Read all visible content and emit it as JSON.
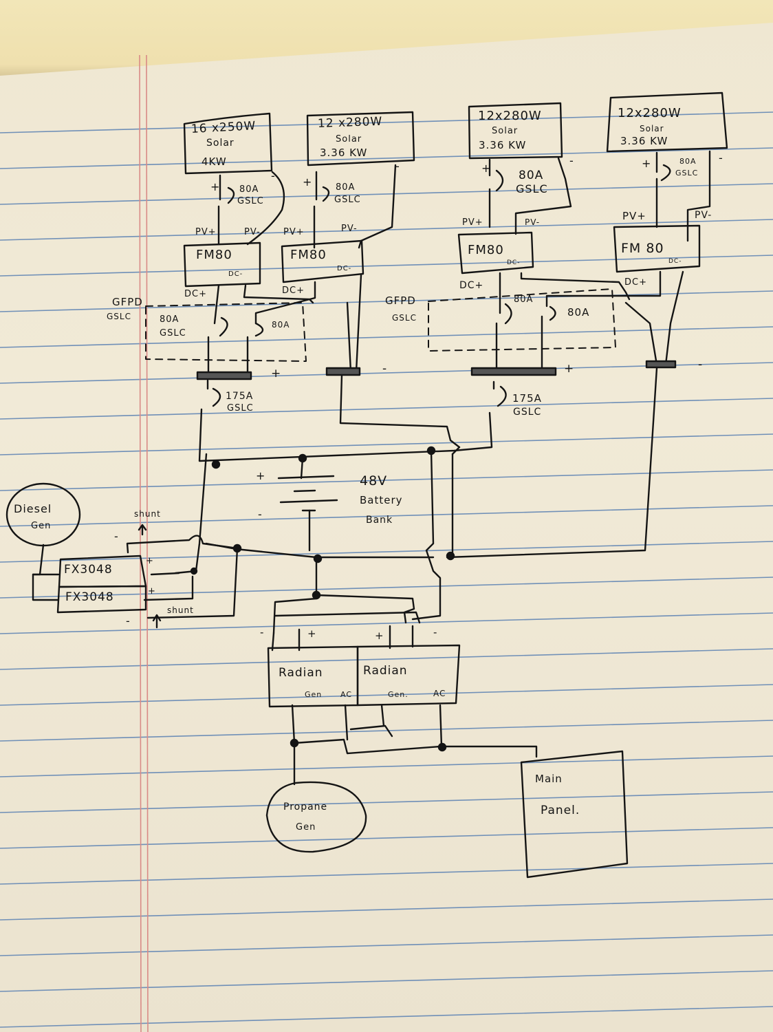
{
  "colors": {
    "ink": "#141414",
    "rule": "#6f8fb7",
    "margin": "#d98a86",
    "paper": "#efe8d5"
  },
  "solar_arrays": [
    {
      "qty": "16 x250W",
      "type": "Solar",
      "power": "4KW"
    },
    {
      "qty": "12 x280W",
      "type": "Solar",
      "power": "3.36 KW"
    },
    {
      "qty": "12x280W",
      "type": "Solar",
      "power": "3.36 KW"
    },
    {
      "qty": "12x280W",
      "type": "Solar",
      "power": "3.36 KW"
    }
  ],
  "array_breakers": [
    {
      "rating": "80A",
      "type": "GSLC"
    },
    {
      "rating": "80A",
      "type": "GSLC"
    },
    {
      "rating": "80A",
      "type": "GSLC"
    },
    {
      "rating": "80A",
      "type": "GSLC"
    }
  ],
  "charge_controllers": [
    {
      "name": "FM80",
      "pv_pos": "PV+",
      "pv_neg": "PV-",
      "dc_pos": "DC+",
      "dc_neg": "DC-"
    },
    {
      "name": "FM80",
      "pv_pos": "PV+",
      "pv_neg": "PV-",
      "dc_pos": "DC+",
      "dc_neg": "DC-"
    },
    {
      "name": "FM80",
      "pv_pos": "PV+",
      "pv_neg": "PV-",
      "dc_pos": "DC+",
      "dc_neg": "DC-"
    },
    {
      "name": "FM 80",
      "pv_pos": "PV+",
      "pv_neg": "PV-",
      "dc_pos": "DC+",
      "dc_neg": "DC-"
    }
  ],
  "gfpd_groups": [
    {
      "label": "GFPD",
      "sublabel": "GSLC",
      "breakers": [
        "80A GSLC",
        "80A"
      ]
    },
    {
      "label": "GFPD",
      "sublabel": "GSLC",
      "breakers": [
        "80A",
        "80A"
      ]
    }
  ],
  "bus_breakers": [
    {
      "rating": "175A",
      "type": "GSLC"
    },
    {
      "rating": "175A",
      "type": "GSLC"
    }
  ],
  "polarity": {
    "plus": "+",
    "minus": "-"
  },
  "battery": {
    "voltage": "48V",
    "line1": "Battery",
    "line2": "Bank"
  },
  "diesel_gen": {
    "line1": "Diesel",
    "line2": "Gen"
  },
  "fx_inverters": [
    {
      "name": "FX3048"
    },
    {
      "name": "FX3048"
    }
  ],
  "shunt_label": "shunt",
  "radian_inverters": [
    {
      "name": "Radian",
      "gen": "Gen",
      "ac": "AC"
    },
    {
      "name": "Radian",
      "gen": "Gen.",
      "ac": "AC"
    }
  ],
  "propane_gen": {
    "line1": "Propane",
    "line2": "Gen"
  },
  "main_panel": {
    "line1": "Main",
    "line2": "Panel."
  }
}
